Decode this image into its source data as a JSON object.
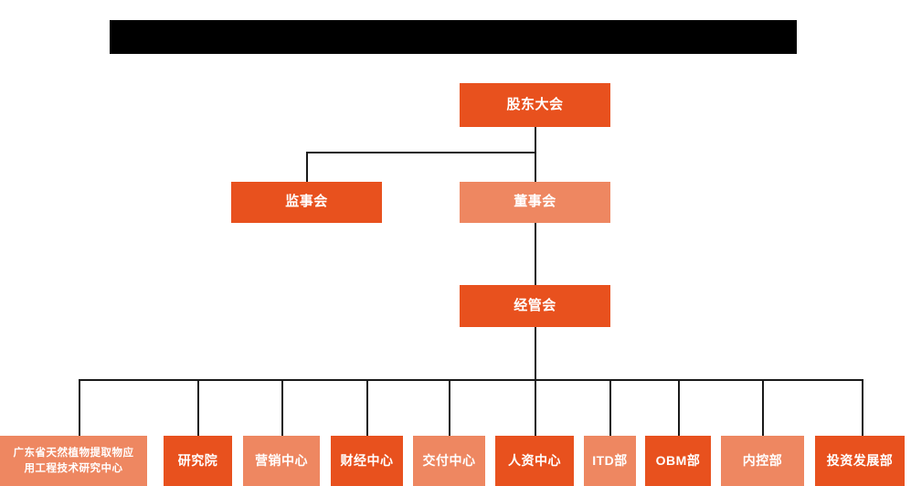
{
  "chart": {
    "type": "org-chart",
    "title_banner": {
      "text": "",
      "redacted": true,
      "color": "#000000"
    },
    "colors": {
      "dark_orange": "#E8511E",
      "light_orange": "#EE8761",
      "connector": "#1a1a1a",
      "background": "#FFFFFF",
      "text": "#FFFFFF"
    },
    "levels": [
      {
        "level": 1,
        "nodes": [
          {
            "id": "shareholders",
            "label": "股东大会",
            "shade": "dark"
          }
        ]
      },
      {
        "level": 2,
        "nodes": [
          {
            "id": "supervisors",
            "label": "监事会",
            "shade": "dark"
          },
          {
            "id": "directors",
            "label": "董事会",
            "shade": "light"
          }
        ]
      },
      {
        "level": 3,
        "nodes": [
          {
            "id": "management",
            "label": "经管会",
            "shade": "dark"
          }
        ]
      },
      {
        "level": 4,
        "nodes": [
          {
            "id": "research-center",
            "label": "广东省天然植物提取物应用工程技术研究中心",
            "line1": "广东省天然植物提取物应",
            "line2": "用工程技术研究中心",
            "shade": "light"
          },
          {
            "id": "research-institute",
            "label": "研究院",
            "shade": "dark"
          },
          {
            "id": "marketing-center",
            "label": "营销中心",
            "shade": "light"
          },
          {
            "id": "finance-center",
            "label": "财经中心",
            "shade": "dark"
          },
          {
            "id": "delivery-center",
            "label": "交付中心",
            "shade": "light"
          },
          {
            "id": "hr-center",
            "label": "人资中心",
            "shade": "dark"
          },
          {
            "id": "itd-department",
            "label": "ITD部",
            "shade": "light"
          },
          {
            "id": "obm-department",
            "label": "OBM部",
            "shade": "dark"
          },
          {
            "id": "internal-control-department",
            "label": "内控部",
            "shade": "light"
          },
          {
            "id": "investment-development-department",
            "label": "投资发展部",
            "shade": "dark"
          }
        ]
      }
    ],
    "edges": [
      {
        "from": "shareholders",
        "to": "supervisors"
      },
      {
        "from": "shareholders",
        "to": "directors"
      },
      {
        "from": "directors",
        "to": "management"
      },
      {
        "from": "management",
        "to": "research-center"
      },
      {
        "from": "management",
        "to": "research-institute"
      },
      {
        "from": "management",
        "to": "marketing-center"
      },
      {
        "from": "management",
        "to": "finance-center"
      },
      {
        "from": "management",
        "to": "delivery-center"
      },
      {
        "from": "management",
        "to": "hr-center"
      },
      {
        "from": "management",
        "to": "itd-department"
      },
      {
        "from": "management",
        "to": "obm-department"
      },
      {
        "from": "management",
        "to": "internal-control-department"
      },
      {
        "from": "management",
        "to": "investment-development-department"
      }
    ]
  }
}
